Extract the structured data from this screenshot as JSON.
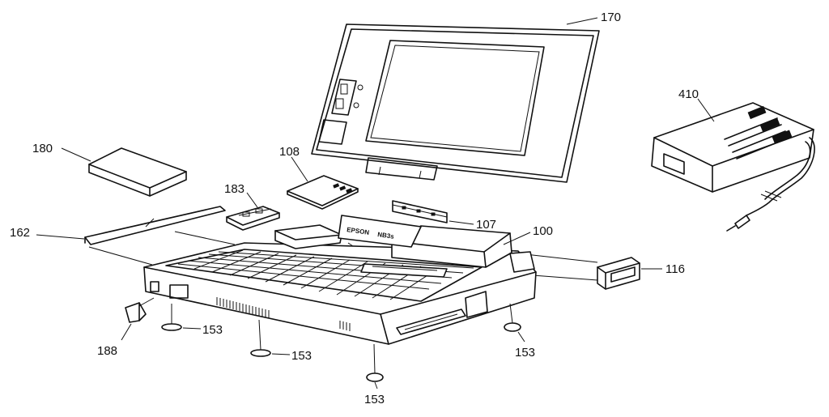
{
  "labels": {
    "l170": "170",
    "l410": "410",
    "l180": "180",
    "l108": "108",
    "l183": "183",
    "l107": "107",
    "l162": "162",
    "l100": "100",
    "l116": "116",
    "l188": "188",
    "l153a": "153",
    "l153b": "153",
    "l153c": "153",
    "l153d": "153"
  },
  "brand_text": "EPSON",
  "brand_model": "NB3s"
}
